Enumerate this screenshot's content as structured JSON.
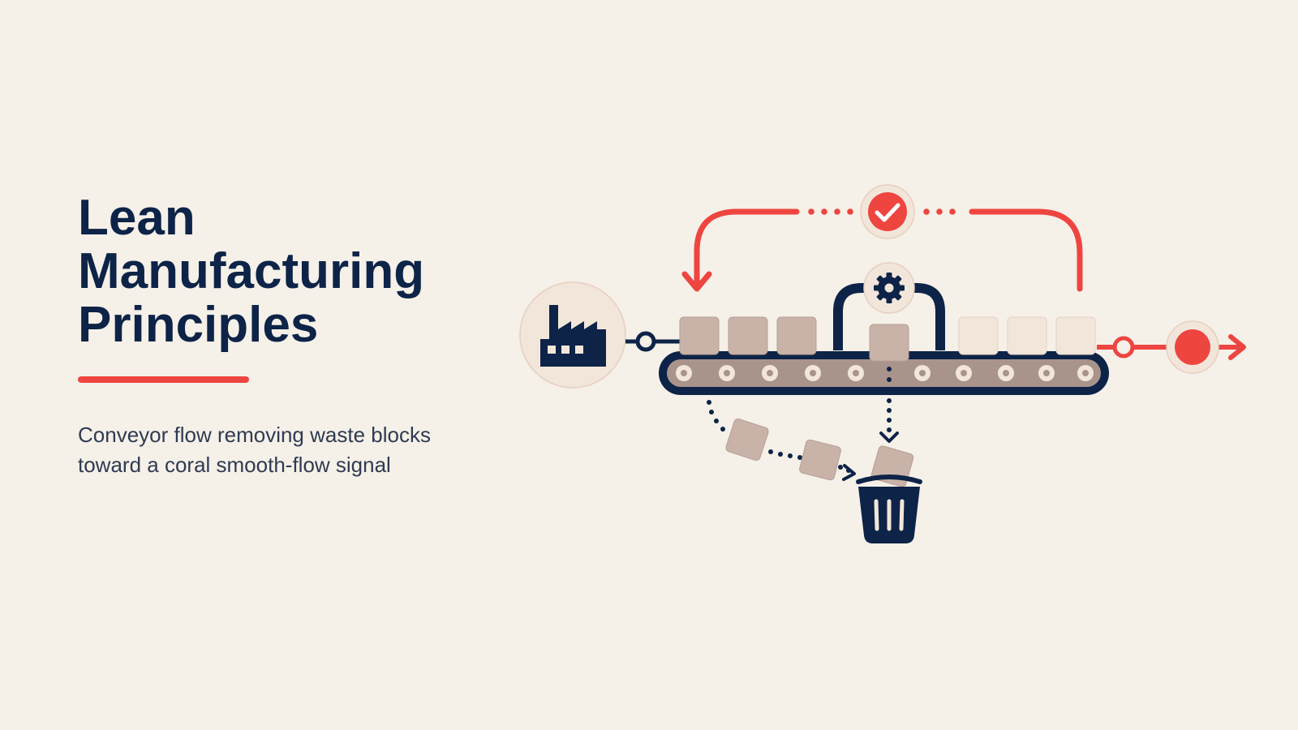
{
  "slide": {
    "title_lines": [
      "Lean",
      "Manufacturing",
      "Principles"
    ],
    "subtitle_lines": [
      "Conveyor flow removing waste blocks",
      "toward a coral smooth-flow signal"
    ]
  },
  "diagram": {
    "icons": [
      "factory-icon",
      "gear-icon",
      "check-icon",
      "trash-icon",
      "flow-signal-icon"
    ],
    "colors": {
      "navy": "#0d2347",
      "coral": "#ee4540",
      "waste_block": "#c9b3a8",
      "clean_block": "#f2e6da",
      "belt": "#a9948c",
      "background": "#f5f0e8"
    }
  }
}
